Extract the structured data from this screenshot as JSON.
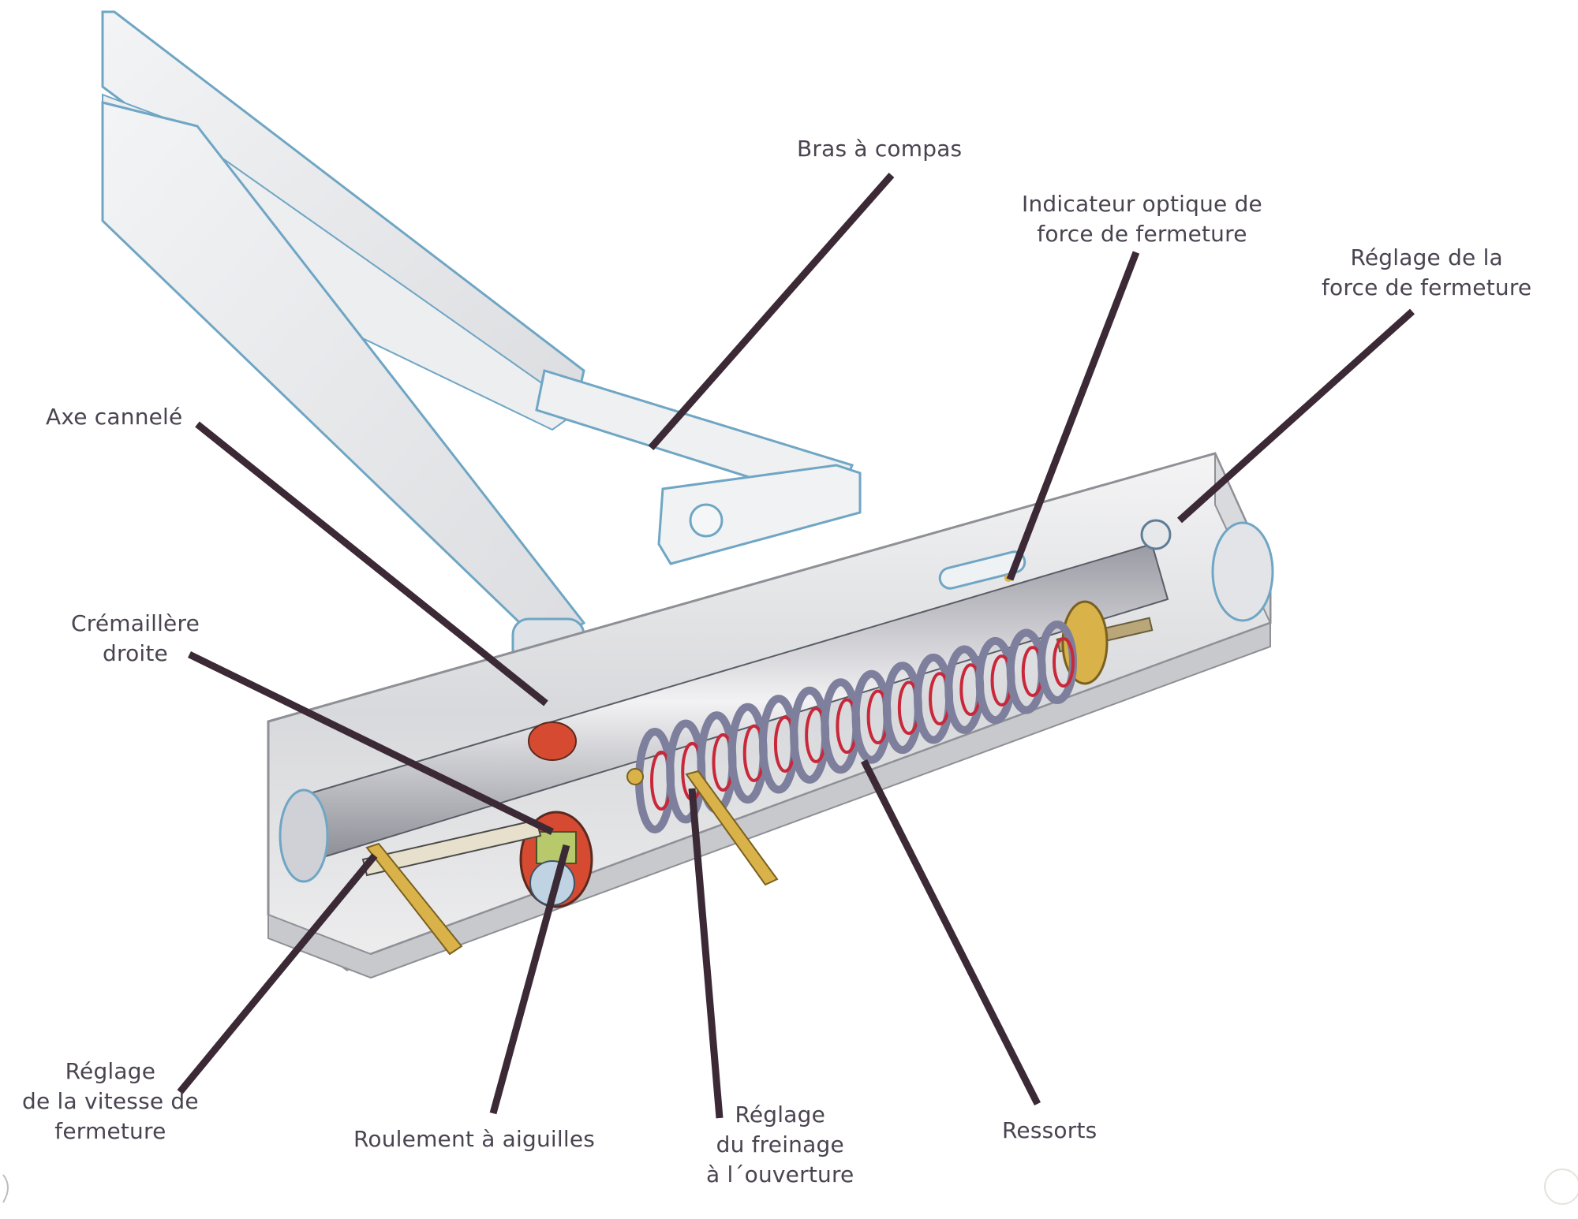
{
  "diagram": {
    "subject": "Door closer cutaway (ferme-porte)",
    "colors": {
      "background": "#ffffff",
      "label_text": "#4a4350",
      "leader_line": "#3b2a36",
      "metal_light": "#e9e9ea",
      "metal_mid": "#c9cbcf",
      "metal_edge": "#6fa6c4",
      "spring_outer": "#7d7f9c",
      "spring_inner": "#c8283a",
      "brass": "#d9b24a",
      "gear_red": "#d64a32"
    },
    "labels": [
      {
        "id": "bras-a-compas",
        "lines": [
          "Bras à compas"
        ]
      },
      {
        "id": "indicateur-optique",
        "lines": [
          "Indicateur optique de",
          "force de fermeture"
        ]
      },
      {
        "id": "reglage-force",
        "lines": [
          "Réglage de la",
          "force de fermeture"
        ]
      },
      {
        "id": "axe-cannele",
        "lines": [
          "Axe cannelé"
        ]
      },
      {
        "id": "cremaillere",
        "lines": [
          "Crémaillère",
          "droite"
        ]
      },
      {
        "id": "reglage-vitesse",
        "lines": [
          "Réglage",
          "de la vitesse de",
          "fermeture"
        ]
      },
      {
        "id": "roulement",
        "lines": [
          "Roulement à aiguilles"
        ]
      },
      {
        "id": "reglage-freinage",
        "lines": [
          "Réglage",
          "du freinage",
          "à l´ouverture"
        ]
      },
      {
        "id": "ressorts",
        "lines": [
          "Ressorts"
        ]
      }
    ]
  }
}
